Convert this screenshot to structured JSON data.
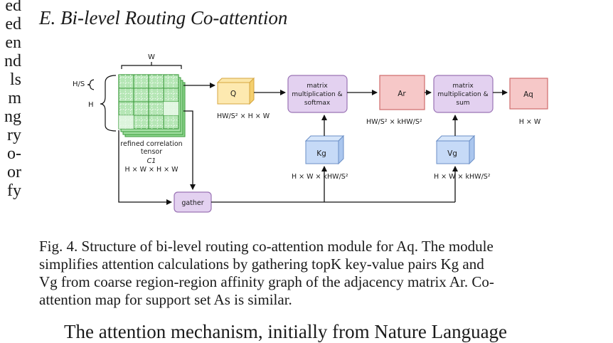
{
  "left_column_fragments": [
    "ed",
    "ed",
    "en",
    "nd",
    "ls",
    "m",
    "ng",
    "ry",
    "o-",
    "or",
    "fy"
  ],
  "section": {
    "heading": "E.  Bi-level Routing Co-attention"
  },
  "figure": {
    "label_w": "W",
    "label_hs": "H/S",
    "label_h": "H",
    "tensor_caption": [
      "refined correlation",
      "tensor",
      "C1",
      "H × W × H × W"
    ],
    "q_label": "Q",
    "q_dims": "HW/S² × H × W",
    "matmul_softmax": [
      "matrix",
      "multiplication &",
      "softmax"
    ],
    "ar_label": "Ar",
    "ar_dims": "HW/S² × kHW/S²",
    "matmul_sum": [
      "matrix",
      "multiplication &",
      "sum"
    ],
    "aq_label": "Aq",
    "aq_dims": "H × W",
    "kg_label": "Kg",
    "kg_dims": "H × W × kHW/S²",
    "vg_label": "Vg",
    "vg_dims": "H × W × kHW/S²",
    "gather_label": "gather"
  },
  "caption": {
    "line1": "Fig. 4.  Structure of bi-level routing co-attention module for Aq. The module",
    "line2": "simplifies attention calculations by gathering topK key-value pairs Kg and",
    "line3": "Vg from coarse region-region affinity graph of the adjacency matrix Ar. Co-",
    "line4": "attention map for support set As is similar."
  },
  "body_next_line": "The attention mechanism, initially from Nature Language"
}
